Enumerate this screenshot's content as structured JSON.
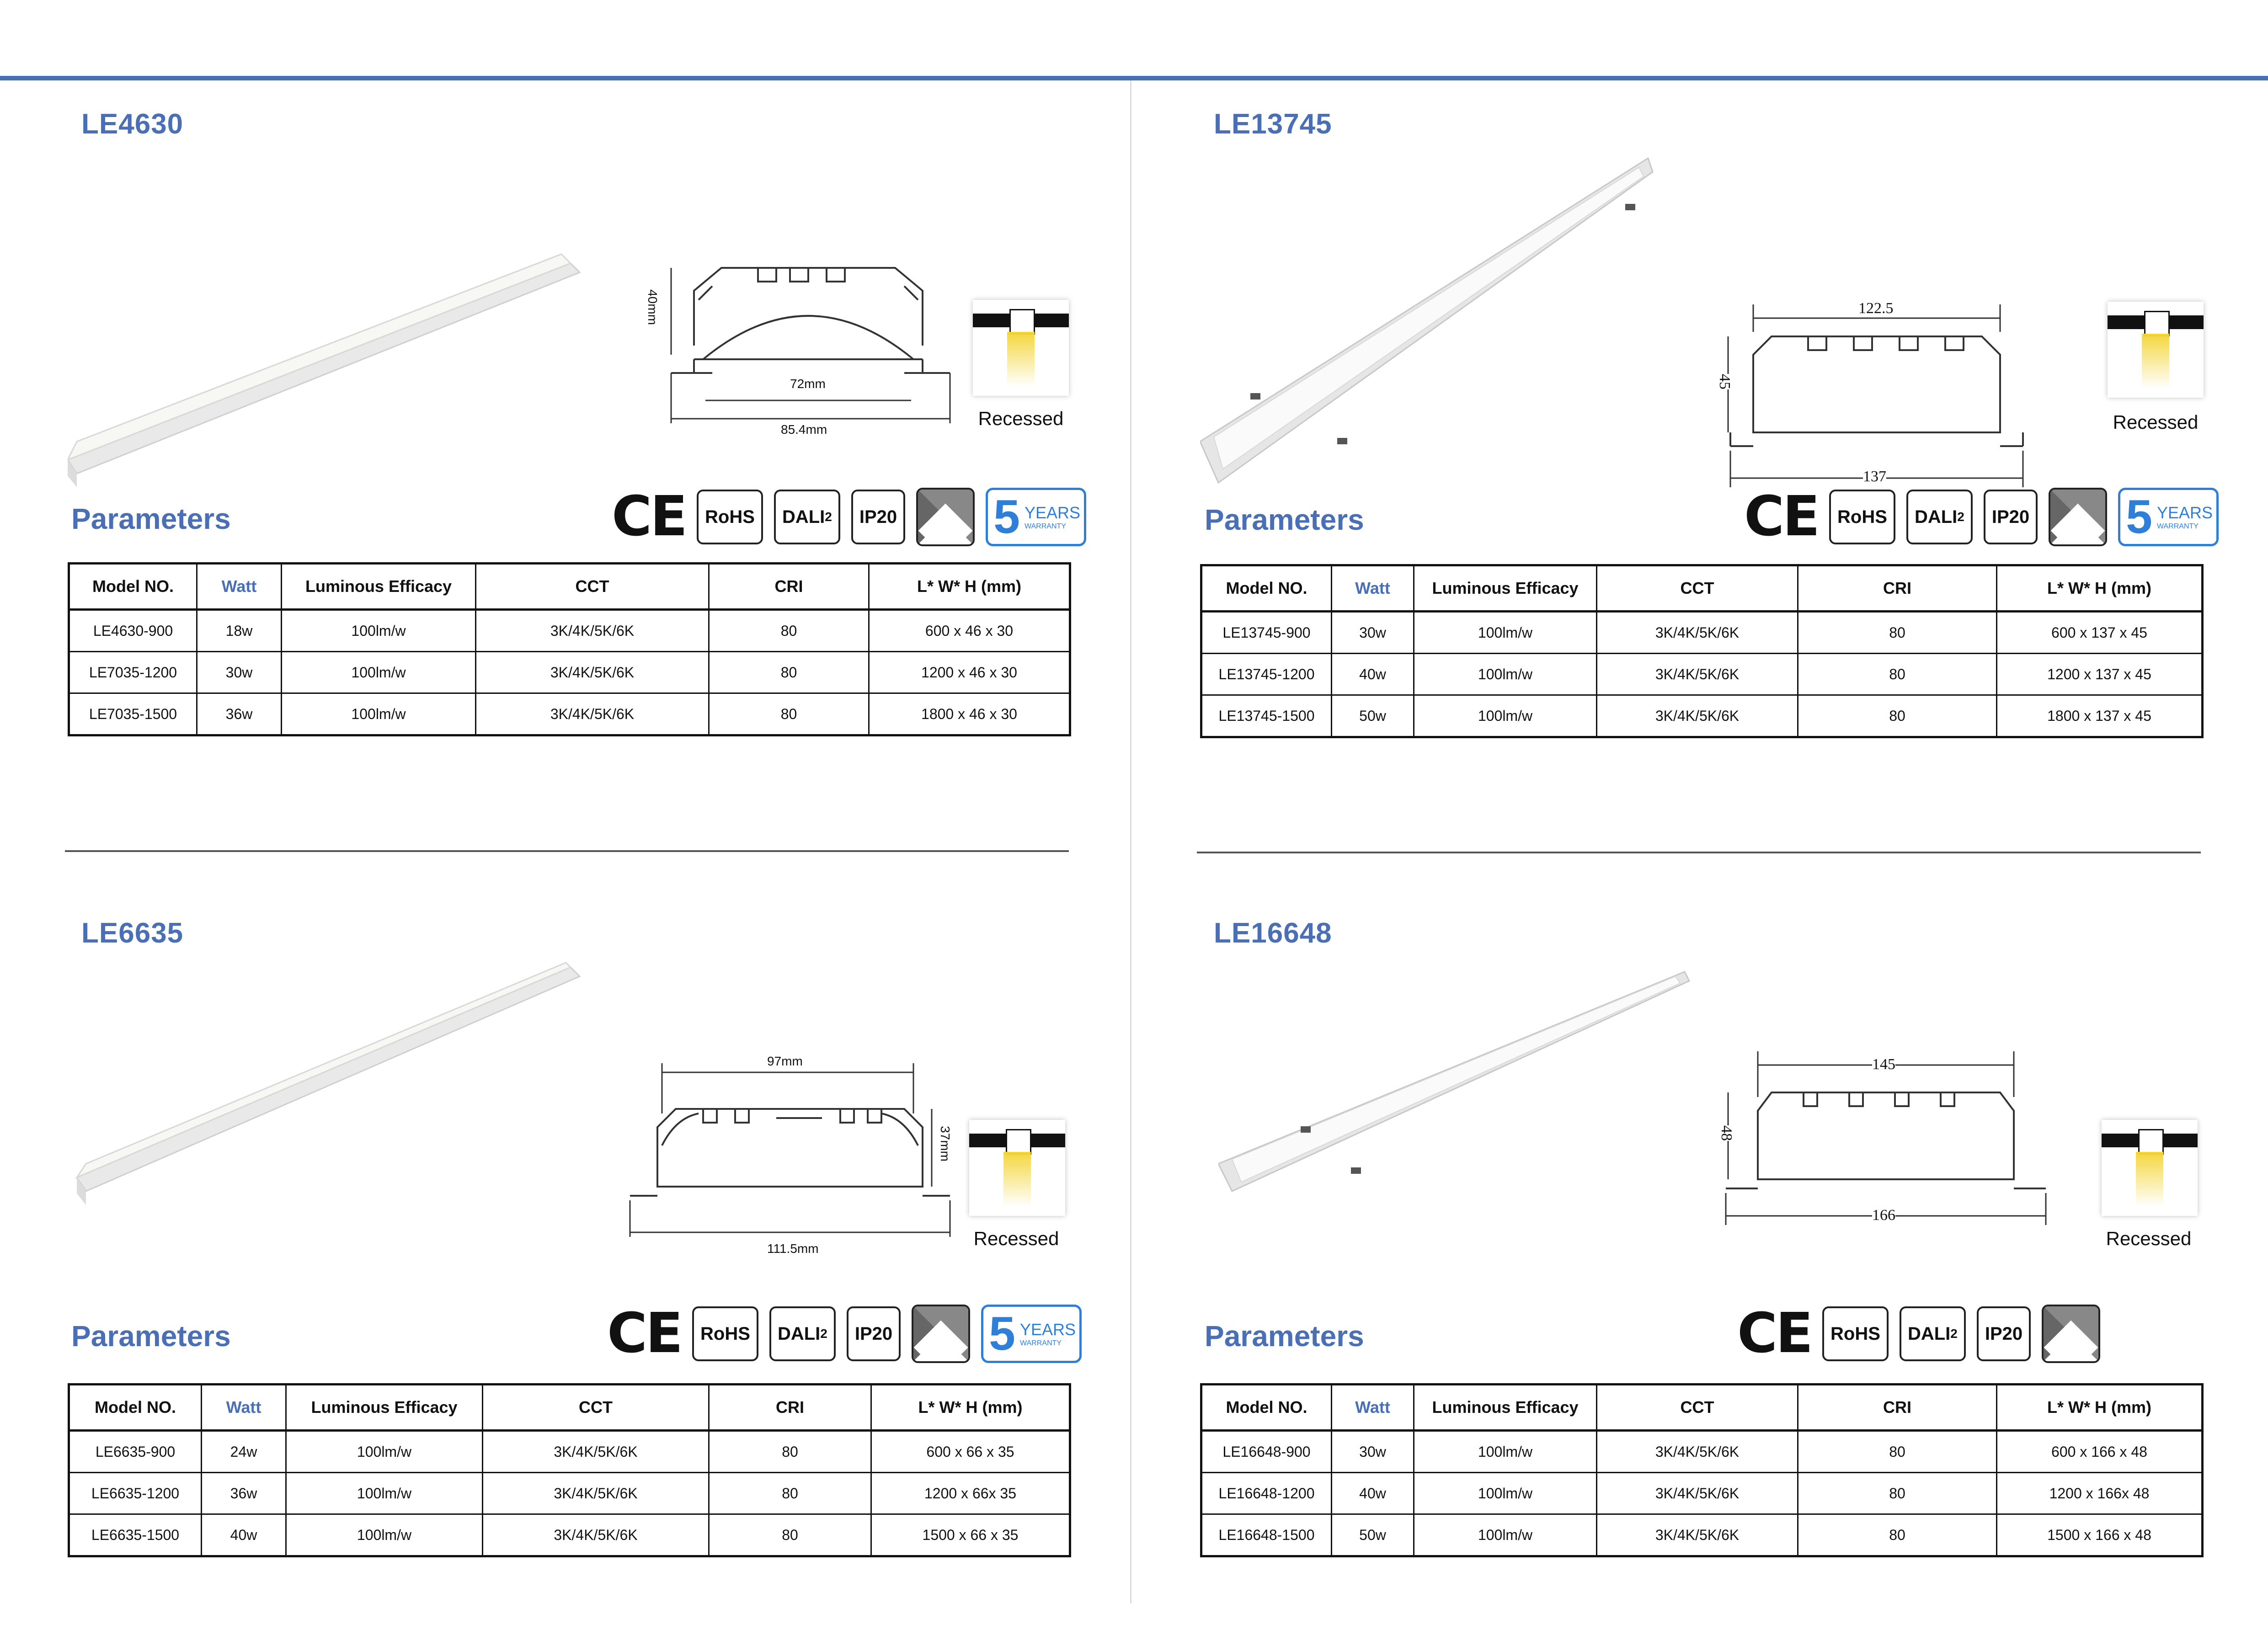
{
  "products": [
    {
      "model": "LE4630",
      "dims": {
        "inner_width": "72mm",
        "outer_width": "85.4mm",
        "height": "40mm"
      },
      "recessed": "Recessed",
      "params_title": "Parameters",
      "certs": {
        "rohs": "RoHS",
        "dali": "DALI",
        "dali_sub": "2",
        "ip": "IP20",
        "warranty_num": "5",
        "warranty_years": "YEARS",
        "warranty_text": "WARRANTY"
      },
      "headers": [
        "Model NO.",
        "Watt",
        "Luminous Efficacy",
        "CCT",
        "CRI",
        "L* W* H (mm)"
      ],
      "rows": [
        [
          "LE4630-900",
          "18w",
          "100lm/w",
          "3K/4K/5K/6K",
          "80",
          "600 x 46 x 30"
        ],
        [
          "LE7035-1200",
          "30w",
          "100lm/w",
          "3K/4K/5K/6K",
          "80",
          "1200 x 46 x 30"
        ],
        [
          "LE7035-1500",
          "36w",
          "100lm/w",
          "3K/4K/5K/6K",
          "80",
          "1800 x 46 x 30"
        ]
      ]
    },
    {
      "model": "LE13745",
      "dims": {
        "inner_width": "122.5",
        "outer_width": "137",
        "height": "45"
      },
      "recessed": "Recessed",
      "params_title": "Parameters",
      "certs": {
        "rohs": "RoHS",
        "dali": "DALI",
        "dali_sub": "2",
        "ip": "IP20",
        "warranty_num": "5",
        "warranty_years": "YEARS",
        "warranty_text": "WARRANTY"
      },
      "headers": [
        "Model NO.",
        "Watt",
        "Luminous Efficacy",
        "CCT",
        "CRI",
        "L* W* H (mm)"
      ],
      "rows": [
        [
          "LE13745-900",
          "30w",
          "100lm/w",
          "3K/4K/5K/6K",
          "80",
          "600 x 137 x 45"
        ],
        [
          "LE13745-1200",
          "40w",
          "100lm/w",
          "3K/4K/5K/6K",
          "80",
          "1200 x 137 x 45"
        ],
        [
          "LE13745-1500",
          "50w",
          "100lm/w",
          "3K/4K/5K/6K",
          "80",
          "1800 x 137 x 45"
        ]
      ]
    },
    {
      "model": "LE6635",
      "dims": {
        "inner_width": "97mm",
        "outer_width": "111.5mm",
        "height": "37mm"
      },
      "recessed": "Recessed",
      "params_title": "Parameters",
      "certs": {
        "rohs": "RoHS",
        "dali": "DALI",
        "dali_sub": "2",
        "ip": "IP20",
        "warranty_num": "5",
        "warranty_years": "YEARS",
        "warranty_text": "WARRANTY"
      },
      "headers": [
        "Model NO.",
        "Watt",
        "Luminous Efficacy",
        "CCT",
        "CRI",
        "L* W* H (mm)"
      ],
      "rows": [
        [
          "LE6635-900",
          "24w",
          "100lm/w",
          "3K/4K/5K/6K",
          "80",
          "600 x 66 x 35"
        ],
        [
          "LE6635-1200",
          "36w",
          "100lm/w",
          "3K/4K/5K/6K",
          "80",
          "1200 x 66x 35"
        ],
        [
          "LE6635-1500",
          "40w",
          "100lm/w",
          "3K/4K/5K/6K",
          "80",
          "1500 x 66 x 35"
        ]
      ]
    },
    {
      "model": "LE16648",
      "dims": {
        "inner_width": "145",
        "outer_width": "166",
        "height": "48"
      },
      "recessed": "Recessed",
      "params_title": "Parameters",
      "certs": {
        "rohs": "RoHS",
        "dali": "DALI",
        "dali_sub": "2",
        "ip": "IP20"
      },
      "headers": [
        "Model NO.",
        "Watt",
        "Luminous Efficacy",
        "CCT",
        "CRI",
        "L* W* H (mm)"
      ],
      "rows": [
        [
          "LE16648-900",
          "30w",
          "100lm/w",
          "3K/4K/5K/6K",
          "80",
          "600 x 166 x 48"
        ],
        [
          "LE16648-1200",
          "40w",
          "100lm/w",
          "3K/4K/5K/6K",
          "80",
          "1200 x 166x 48"
        ],
        [
          "LE16648-1500",
          "50w",
          "100lm/w",
          "3K/4K/5K/6K",
          "80",
          "1500 x 166 x 48"
        ]
      ]
    }
  ]
}
